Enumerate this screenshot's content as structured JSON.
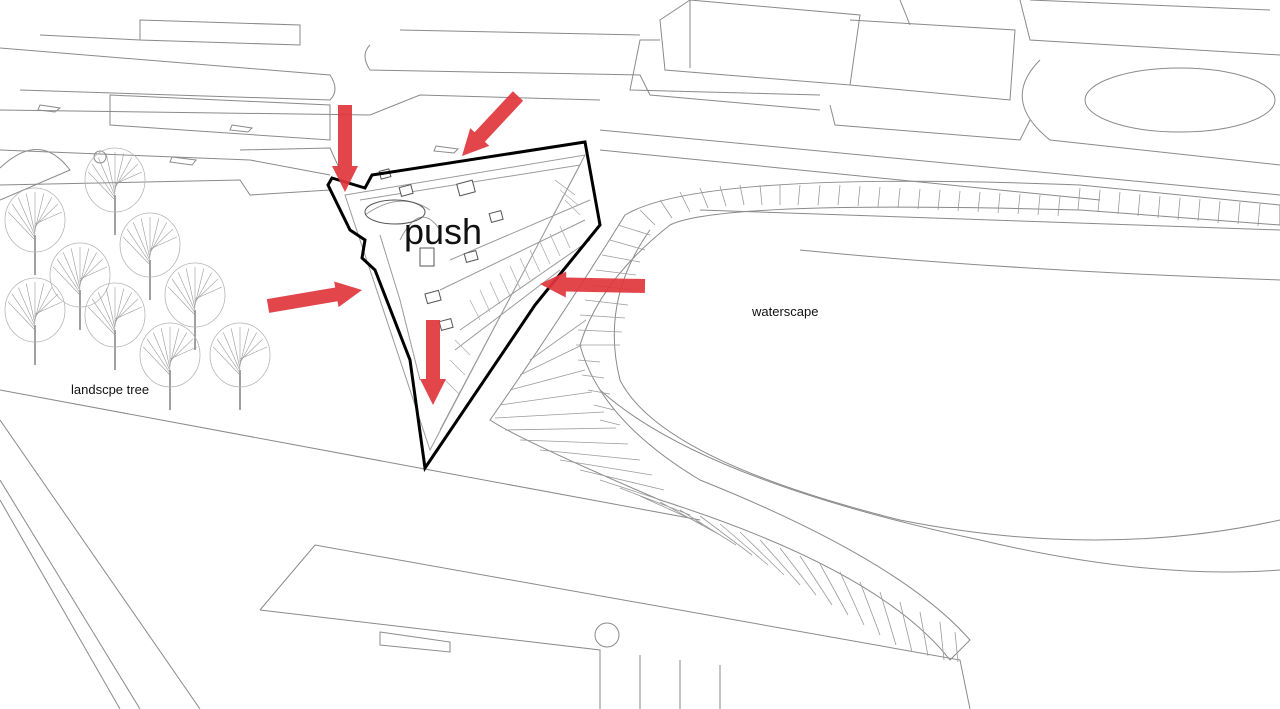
{
  "labels": {
    "action": "push",
    "water": "waterscape",
    "trees": "landscpe tree"
  },
  "colors": {
    "line": "#8a8a8a",
    "line_light": "#b5b5b5",
    "outline": "#000000",
    "arrow": "#e0353b"
  },
  "icons": [
    "push-arrow-icon",
    "tree-icon"
  ]
}
